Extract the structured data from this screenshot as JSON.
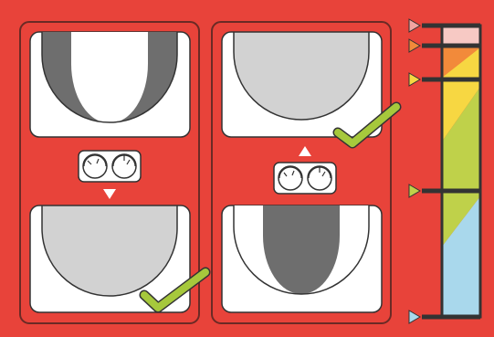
{
  "colors": {
    "background": "#e8433a",
    "panel_border": "#6b2a25",
    "card_fill": "#ffffff",
    "card_stroke": "#333333",
    "light_gray": "#d2d2d2",
    "dark_gray": "#6e6e6e",
    "check": "#a6c83c",
    "check_stroke": "#333333",
    "scale_bar": "#333333"
  },
  "panels": [
    {
      "name": "left-panel",
      "top_view": "dark-edges-light-center",
      "arrow": "down",
      "bottom_view": "uniform-light",
      "checkmark_on": "bottom",
      "meters": 2
    },
    {
      "name": "right-panel",
      "top_view": "uniform-light",
      "arrow": "up",
      "bottom_view": "dark-center-light-edges",
      "checkmark_on": "top",
      "meters": 2
    }
  ],
  "scale": {
    "colors_top_to_bottom": [
      "#f7c9c4",
      "#f28a3a",
      "#f7d742",
      "#bfd14a",
      "#a9d8ec"
    ],
    "markers": [
      {
        "name": "marker-1",
        "color": "#f2a4a0"
      },
      {
        "name": "marker-2",
        "color": "#f28a3a"
      },
      {
        "name": "marker-3",
        "color": "#f7d742"
      },
      {
        "name": "marker-4",
        "color": "#bfd14a"
      },
      {
        "name": "marker-5",
        "color": "#a9d8ec"
      }
    ]
  }
}
